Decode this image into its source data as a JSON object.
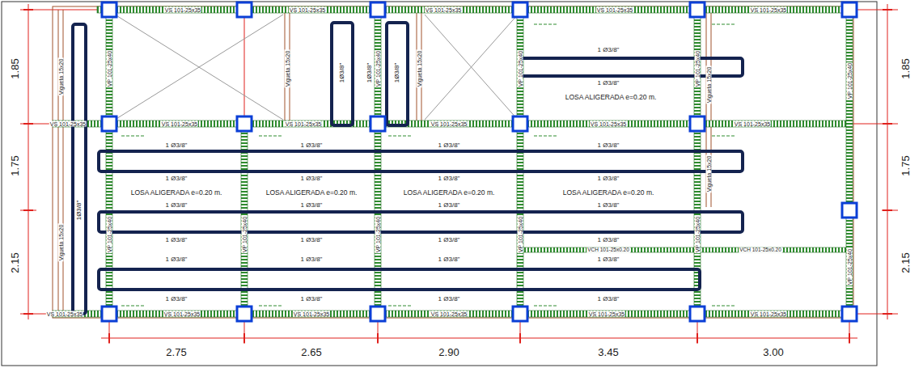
{
  "diagram": {
    "labels": [
      "1.85",
      "1.75",
      "2.15",
      "1.85",
      "1.75",
      "2.15",
      "2.75",
      "2.65",
      "2.90",
      "3.45",
      "3.00",
      "VS 101-25x35",
      "VS 101-25x35",
      "VS 101-25x35",
      "VS 101-25x35",
      "VS 101-25x35",
      "VS 101-25x35",
      "VS 101-25x35",
      "VS 101-25x35",
      "VS 101-25x35",
      "VS 101-25x35",
      "VS 101-25x35",
      "VS 101-25x35",
      "VS 101-25x35",
      "VS 101-25x35",
      "VS 101-25x35",
      "VS 101-25x35",
      "VS 101-25x35",
      "VP 101-25x40",
      "VP 101-25x40",
      "VP 101-25x40",
      "VP 101-25x40",
      "VP 101-25x40",
      "VP 101-25x40",
      "VP 101-25x40",
      "VP 101-25x40",
      "VP 101-25x40",
      "VP 101-25x40",
      "VP 101-25x40",
      "Vigueta 15x20",
      "Vigueta 15x20",
      "Vigueta 15x20",
      "Vigueta 15x20",
      "Vigueta 15x20",
      "Vigueta 15x20",
      "1Ø3/8\"",
      "1Ø3/8\"",
      "1Ø3/8\"",
      "1Ø3/8\"",
      "1 Ø3/8\"",
      "1 Ø3/8\"",
      "LOSA ALIGERADA e=0.20 m.",
      "1 Ø3/8\"",
      "1 Ø3/8\"",
      "1 Ø3/8\"",
      "1 Ø3/8\"",
      "1 Ø3/8\"",
      "1 Ø3/8\"",
      "1 Ø3/8\"",
      "1 Ø3/8\"",
      "LOSA ALIGERADA e=0.20 m.",
      "LOSA ALIGERADA e=0.20 m.",
      "LOSA ALIGERADA e=0.20 m.",
      "LOSA ALIGERADA e=0.20 m.",
      "1 Ø3/8\"",
      "1 Ø3/8\"",
      "1 Ø3/8\"",
      "1 Ø3/8\"",
      "1 Ø3/8\"",
      "1 Ø3/8\"",
      "1 Ø3/8\"",
      "1 Ø3/8\"",
      "1 Ø3/8\"",
      "1 Ø3/8\"",
      "1 Ø3/8\"",
      "1 Ø3/8\"",
      "1 Ø3/8\"",
      "1 Ø3/8\"",
      "1 Ø3/8\"",
      "1 Ø3/8\"",
      "VCH 101-25x0.20",
      "VCH 101-25x0.20"
    ]
  }
}
